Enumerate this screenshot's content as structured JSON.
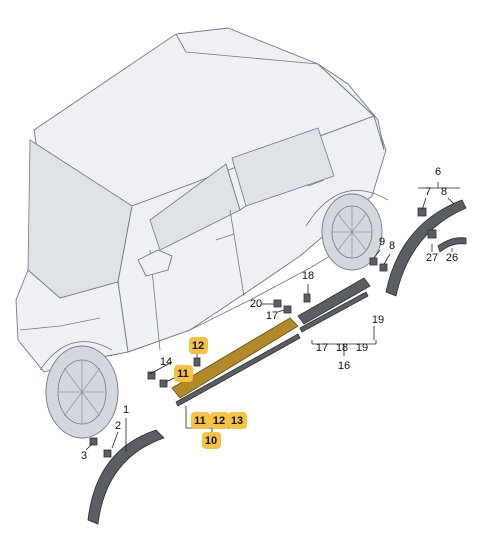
{
  "callouts": {
    "c1": "1",
    "c2": "2",
    "c3": "3",
    "c6": "6",
    "c7": "7",
    "c8a": "8",
    "c27": "27",
    "c26": "26",
    "c9": "9",
    "c8b": "8",
    "c18a": "18",
    "c20": "20",
    "c17a": "17",
    "c12a": "12",
    "c14": "14",
    "c11a": "11",
    "c11b": "11",
    "c12b": "12",
    "c13": "13",
    "c10": "10",
    "c17b": "17",
    "c18b": "18",
    "c19a": "19",
    "c19b": "19",
    "c16": "16"
  },
  "colors": {
    "highlight": "#f5c242",
    "part_dark": "#5b5f65",
    "car_line": "#6f7a85"
  }
}
